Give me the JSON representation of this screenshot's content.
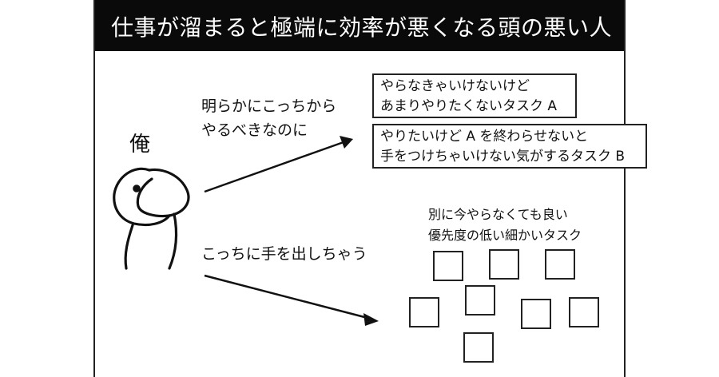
{
  "title": "仕事が溜まると極端に効率が悪くなる頭の悪い人",
  "me_label": "俺",
  "should_do": [
    "明らかにこっちから",
    "やるべきなのに"
  ],
  "actually_do": "こっちに手を出しちゃう",
  "task_a": [
    "やらなきゃいけないけど",
    "あまりやりたくないタスク A"
  ],
  "task_b": [
    "やりたいけど A を終わらせないと",
    "手をつけちゃいけない気がするタスク B"
  ],
  "small_tasks": [
    "別に今やらなくても良い",
    "優先度の低い細かいタスク"
  ]
}
